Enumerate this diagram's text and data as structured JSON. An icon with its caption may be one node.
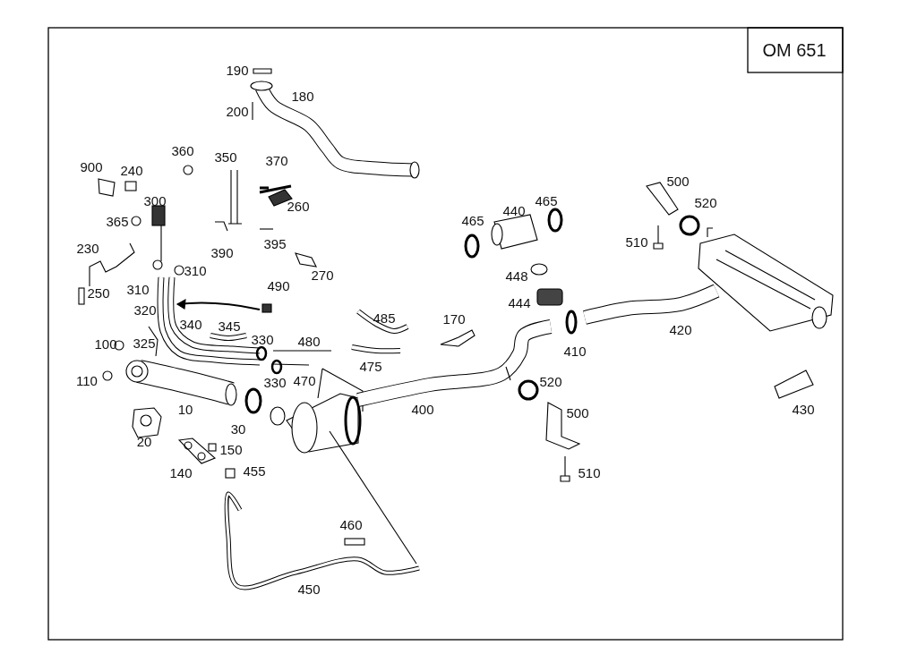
{
  "diagram": {
    "labels": [
      "OM 651",
      "190",
      "180",
      "200",
      "360",
      "350",
      "370",
      "900",
      "240",
      "500",
      "300",
      "465",
      "440",
      "465",
      "520",
      "260",
      "365",
      "510",
      "390",
      "395",
      "230",
      "270",
      "448",
      "310",
      "310",
      "250",
      "490",
      "444",
      "320",
      "485",
      "170",
      "340",
      "345",
      "420",
      "100",
      "325",
      "330",
      "480",
      "410",
      "475",
      "110",
      "330",
      "470",
      "520",
      "10",
      "400",
      "430",
      "500",
      "30",
      "20",
      "150",
      "140",
      "455",
      "510",
      "460",
      "450"
    ]
  }
}
